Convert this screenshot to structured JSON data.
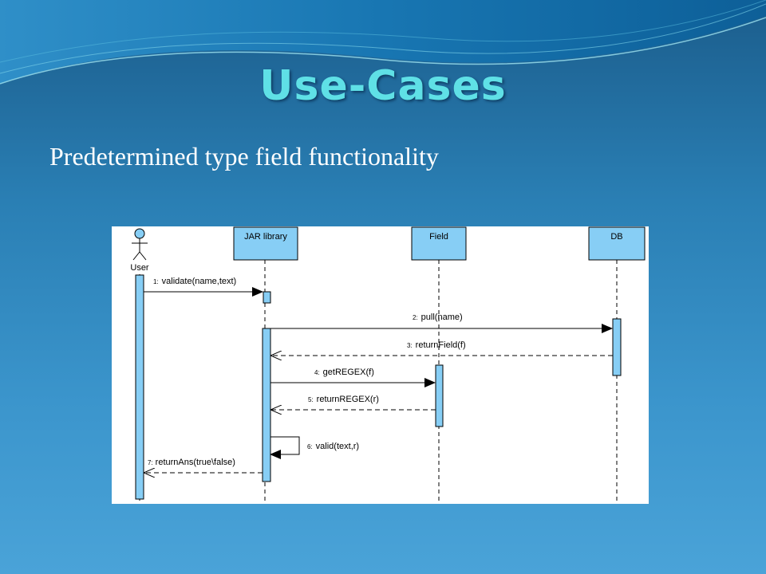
{
  "slide": {
    "title": "Use-Cases",
    "subtitle": "Predetermined type field functionality"
  },
  "diagram": {
    "actor": {
      "name": "User"
    },
    "lifelines": [
      "JAR library",
      "Field",
      "DB"
    ],
    "messages": [
      {
        "num": "1:",
        "text": "validate(name,text)",
        "kind": "call",
        "from": "User",
        "to": "JAR library"
      },
      {
        "num": "2:",
        "text": "pull(name)",
        "kind": "call",
        "from": "JAR library",
        "to": "DB"
      },
      {
        "num": "3:",
        "text": "returnField(f)",
        "kind": "return",
        "from": "DB",
        "to": "JAR library"
      },
      {
        "num": "4:",
        "text": "getREGEX(f)",
        "kind": "call",
        "from": "JAR library",
        "to": "Field"
      },
      {
        "num": "5:",
        "text": "returnREGEX(r)",
        "kind": "return",
        "from": "Field",
        "to": "JAR library"
      },
      {
        "num": "6:",
        "text": "valid(text,r)",
        "kind": "self",
        "from": "JAR library",
        "to": "JAR library"
      },
      {
        "num": "7:",
        "text": "returnAns(true\\false)",
        "kind": "return",
        "from": "JAR library",
        "to": "User"
      }
    ],
    "colors": {
      "activation": "#87cef5",
      "lifeline_box": "#87cef5",
      "border": "#000000"
    }
  }
}
